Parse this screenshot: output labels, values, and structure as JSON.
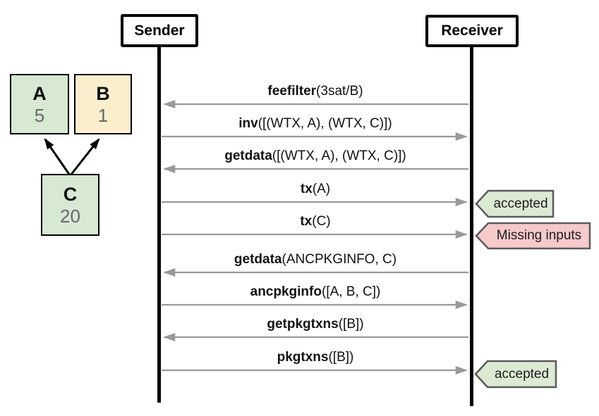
{
  "diagram": {
    "type": "sequence-diagram",
    "participants": [
      {
        "id": "sender",
        "label": "Sender"
      },
      {
        "id": "receiver",
        "label": "Receiver"
      }
    ],
    "dependency_graph": {
      "nodes": [
        {
          "id": "A",
          "label": "A",
          "value": "5",
          "fill": "#d7e9d2"
        },
        {
          "id": "B",
          "label": "B",
          "value": "1",
          "fill": "#fbeecd"
        },
        {
          "id": "C",
          "label": "C",
          "value": "20",
          "fill": "#d7e9d2"
        }
      ],
      "edges": [
        {
          "from": "C",
          "to": "A"
        },
        {
          "from": "C",
          "to": "B"
        }
      ]
    },
    "messages": [
      {
        "name": "feefilter",
        "args": "(3sat/B)",
        "from": "receiver",
        "to": "sender",
        "annotation": null
      },
      {
        "name": "inv",
        "args": "([(WTX, A), (WTX, C)])",
        "from": "sender",
        "to": "receiver",
        "annotation": null
      },
      {
        "name": "getdata",
        "args": "([(WTX, A), (WTX, C)])",
        "from": "receiver",
        "to": "sender",
        "annotation": null
      },
      {
        "name": "tx",
        "args": "(A)",
        "from": "sender",
        "to": "receiver",
        "annotation": "accepted",
        "annotation_type": "success"
      },
      {
        "name": "tx",
        "args": "(C)",
        "from": "sender",
        "to": "receiver",
        "annotation": "Missing inputs",
        "annotation_type": "error"
      },
      {
        "name": "getdata",
        "args": "(ANCPKGINFO, C)",
        "from": "receiver",
        "to": "sender",
        "annotation": null
      },
      {
        "name": "ancpkginfo",
        "args": "([A, B, C])",
        "from": "sender",
        "to": "receiver",
        "annotation": null
      },
      {
        "name": "getpkgtxns",
        "args": "([B])",
        "from": "receiver",
        "to": "sender",
        "annotation": null
      },
      {
        "name": "pkgtxns",
        "args": "([B])",
        "from": "sender",
        "to": "receiver",
        "annotation": "accepted",
        "annotation_type": "success"
      }
    ],
    "colors": {
      "background": "#ffffff",
      "lifeline": "#000000",
      "participant_border": "#000000",
      "message_arrow": "#999999",
      "tag_border": "#5a5a5a",
      "success_fill": "#dcead4",
      "error_fill": "#f6c9ca",
      "node_green": "#d7e9d2",
      "node_cream": "#fbeecd",
      "node_border": "#000000",
      "node_value_text": "#686868"
    }
  }
}
